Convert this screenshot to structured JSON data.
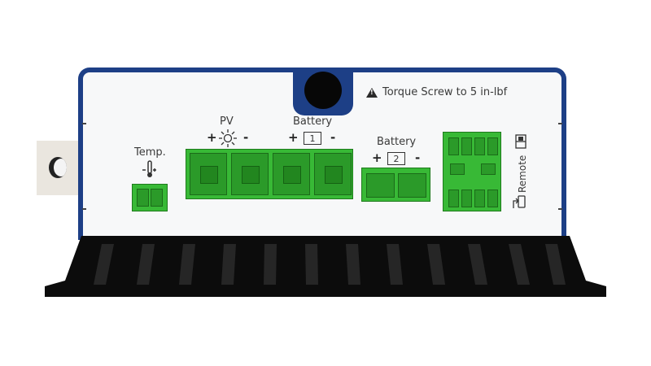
{
  "labels": {
    "temp": "Temp.",
    "pv": "PV",
    "battery1": "Battery",
    "battery1_num": "1",
    "battery2": "Battery",
    "battery2_num": "2",
    "plus": "+",
    "minus": "-",
    "remote": "Remote",
    "torque": "Torque Screw to 5 in-lbf"
  },
  "icons": {
    "warning": "warning-icon",
    "thermometer": "thermometer-icon",
    "sun": "sun-icon",
    "battery": "battery-icon",
    "remote": "remote-icon"
  },
  "colors": {
    "frame_blue": "#1d3f86",
    "terminal_green": "#38b936",
    "heatsink": "#0c0c0c",
    "panel": "#f7f8f9"
  }
}
